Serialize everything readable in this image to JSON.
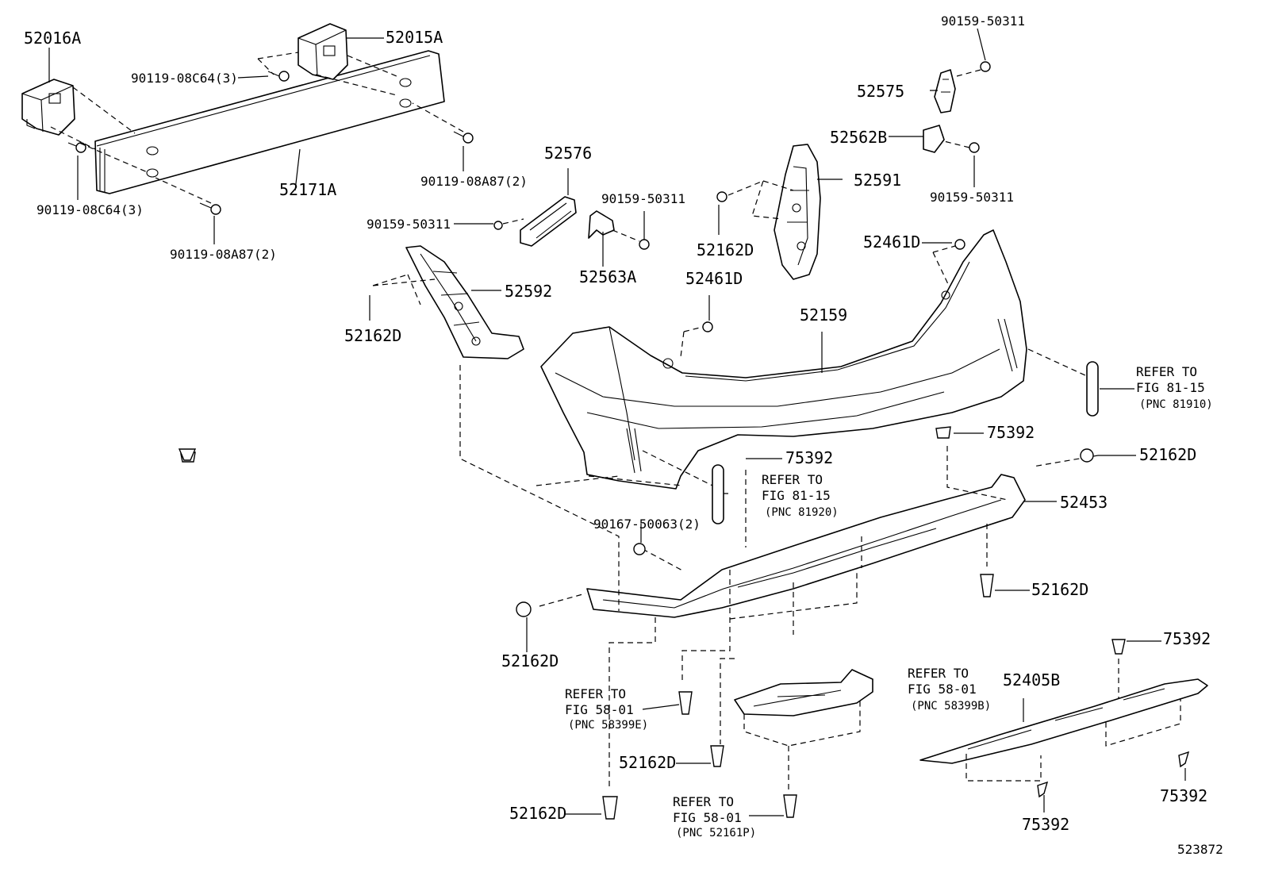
{
  "diagram_id": "523872",
  "labels": {
    "p52016A": "52016A",
    "p52015A": "52015A",
    "p90119_08C64_a": "90119-08C64(3)",
    "p90119_08C64_b": "90119-08C64(3)",
    "p52171A": "52171A",
    "p90119_08A87_a": "90119-08A87(2)",
    "p90119_08A87_b": "90119-08A87(2)",
    "p52576": "52576",
    "p90159_50311_a": "90159-50311",
    "p90159_50311_b": "90159-50311",
    "p90159_50311_c": "90159-50311",
    "p90159_50311_d": "90159-50311",
    "p52563A": "52563A",
    "p52592": "52592",
    "p52162D_a": "52162D",
    "p52162D_b": "52162D",
    "p52162D_c": "52162D",
    "p52162D_d": "52162D",
    "p52162D_e": "52162D",
    "p52162D_f": "52162D",
    "p52162D_g": "52162D",
    "p52575": "52575",
    "p52562B": "52562B",
    "p52591": "52591",
    "p52461D_a": "52461D",
    "p52461D_b": "52461D",
    "p52159": "52159",
    "p75392_a": "75392",
    "p75392_b": "75392",
    "p75392_c": "75392",
    "p75392_d": "75392",
    "p75392_e": "75392",
    "p52453": "52453",
    "p90167_50063": "90167-50063(2)",
    "p52405B": "52405B"
  },
  "references": {
    "r1": {
      "l1": "REFER TO",
      "l2": "FIG 81-15",
      "l3": "(PNC 81910)"
    },
    "r2": {
      "l1": "REFER TO",
      "l2": "FIG 81-15",
      "l3": "(PNC 81920)"
    },
    "r3": {
      "l1": "REFER TO",
      "l2": "FIG 58-01",
      "l3": "(PNC 58399E)"
    },
    "r4": {
      "l1": "REFER TO",
      "l2": "FIG 58-01",
      "l3": "(PNC 58399B)"
    },
    "r5": {
      "l1": "REFER TO",
      "l2": "FIG 58-01",
      "l3": "(PNC 52161P)"
    }
  }
}
